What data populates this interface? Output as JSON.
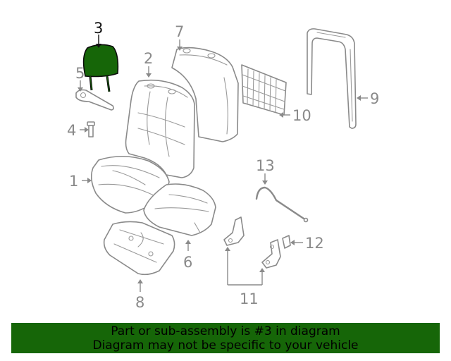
{
  "callouts": {
    "c1": "1",
    "c2": "2",
    "c3": "3",
    "c4": "4",
    "c5": "5",
    "c6": "6",
    "c7": "7",
    "c8": "8",
    "c9": "9",
    "c10": "10",
    "c11": "11",
    "c12": "12",
    "c13": "13"
  },
  "highlight": {
    "part": "3",
    "color": "#166608"
  },
  "banner": {
    "line1": "Part or sub-assembly is #3 in diagram",
    "line2": "Diagram may not be specific to your vehicle",
    "background": "#166608"
  }
}
